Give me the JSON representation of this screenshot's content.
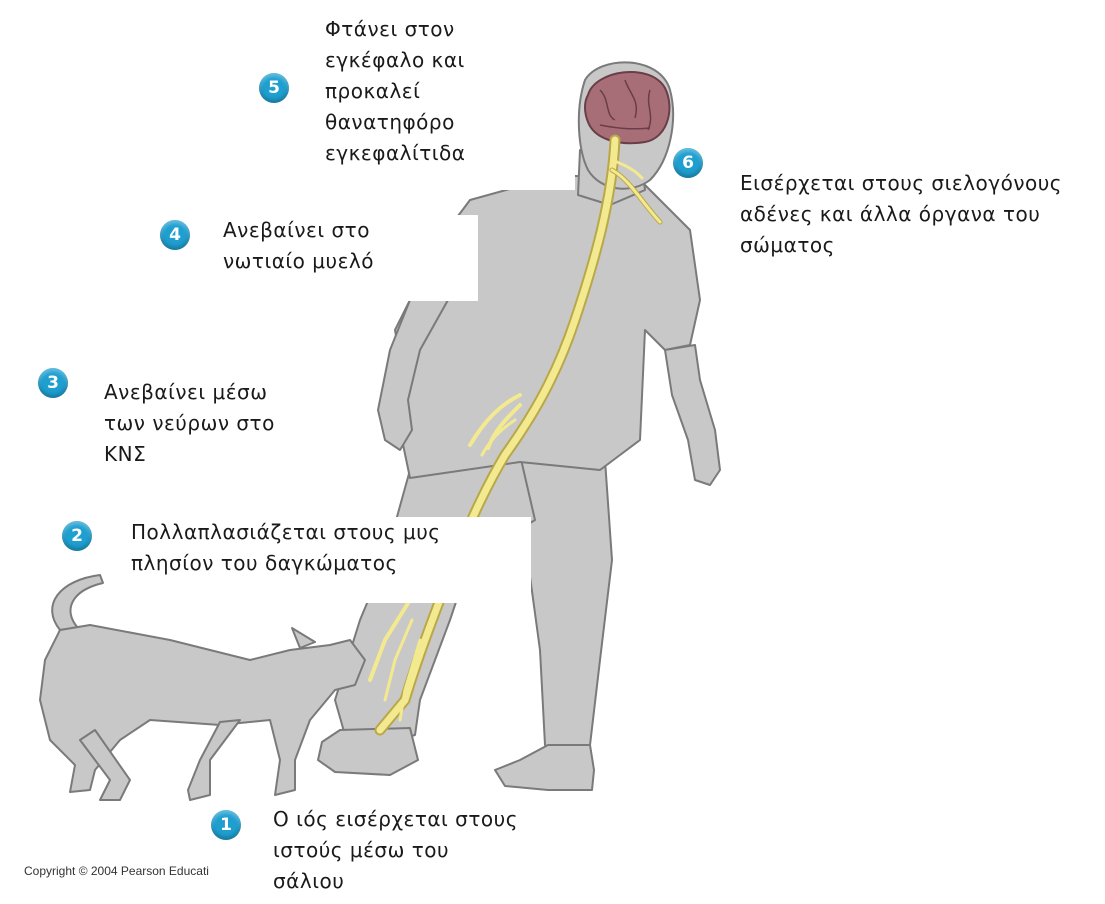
{
  "steps": [
    {
      "number": "1",
      "text": "Ο ιός εισέρχεται στους\nιστούς μέσω του\nσάλιου"
    },
    {
      "number": "2",
      "text": "Πολλαπλασιάζεται στους μυς\nπλησίον του δαγκώματος"
    },
    {
      "number": "3",
      "text": "Ανεβαίνει μέσω\nτων νεύρων στο\nΚΝΣ"
    },
    {
      "number": "4",
      "text": "Ανεβαίνει στο\nνωτιαίο μυελό"
    },
    {
      "number": "5",
      "text": "Φτάνει στον\nεγκέφαλο και\nπροκαλεί\nθανατηφόρο\nεγκεφαλίτιδα"
    },
    {
      "number": "6",
      "text": "Εισέρχεται στους σιελογόνους\nαδένες και άλλα όργανα του\nσώματος"
    }
  ],
  "copyright": "Copyright © 2004 Pearson Educati",
  "colors": {
    "body": "#c8c8c8",
    "outline": "#7a7a7a",
    "nerve": "#f3e98f",
    "nerve_edge": "#b9a84a",
    "brain": "#a86e78",
    "badge": "#1e9fd0"
  }
}
